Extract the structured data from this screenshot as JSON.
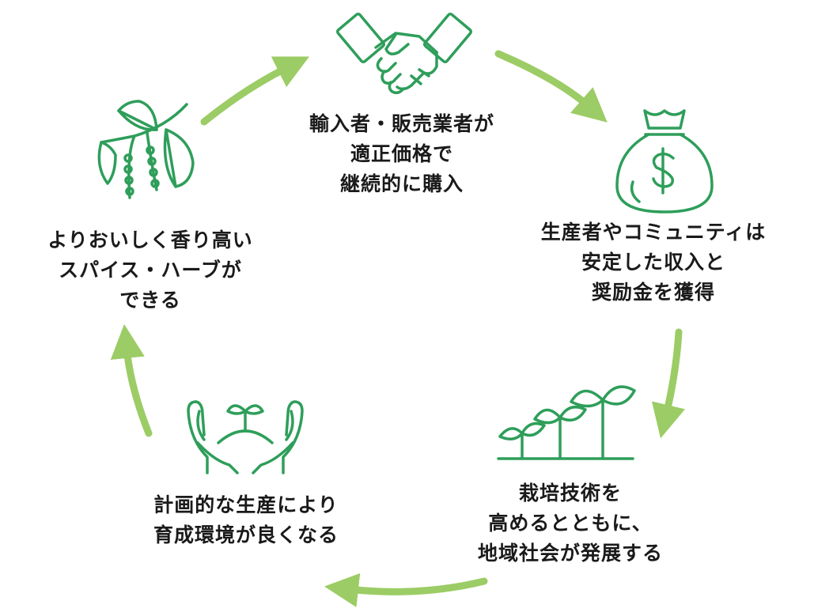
{
  "colors": {
    "accent": "#9ccc65",
    "icon": "#2e9e5a",
    "text": "#1a1a1a"
  },
  "stages": [
    {
      "id": "importer",
      "icon": "handshake-icon",
      "lines": [
        "輸入者・販売業者が",
        "適正価格で",
        "継続的に購入"
      ]
    },
    {
      "id": "income",
      "icon": "money-bag-icon",
      "lines": [
        "生産者やコミュニティは",
        "安定した収入と",
        "奨励金を獲得"
      ]
    },
    {
      "id": "skills",
      "icon": "seedlings-icon",
      "lines": [
        "栽培技術を",
        "高めるとともに、",
        "地域社会が発展する"
      ]
    },
    {
      "id": "environment",
      "icon": "hands-sprout-icon",
      "lines": [
        "計画的な生産により",
        "育成環境が良くなる"
      ]
    },
    {
      "id": "spices",
      "icon": "pepper-plant-icon",
      "lines": [
        "よりおいしく香り高い",
        "スパイス・ハーブが",
        "できる"
      ]
    }
  ]
}
